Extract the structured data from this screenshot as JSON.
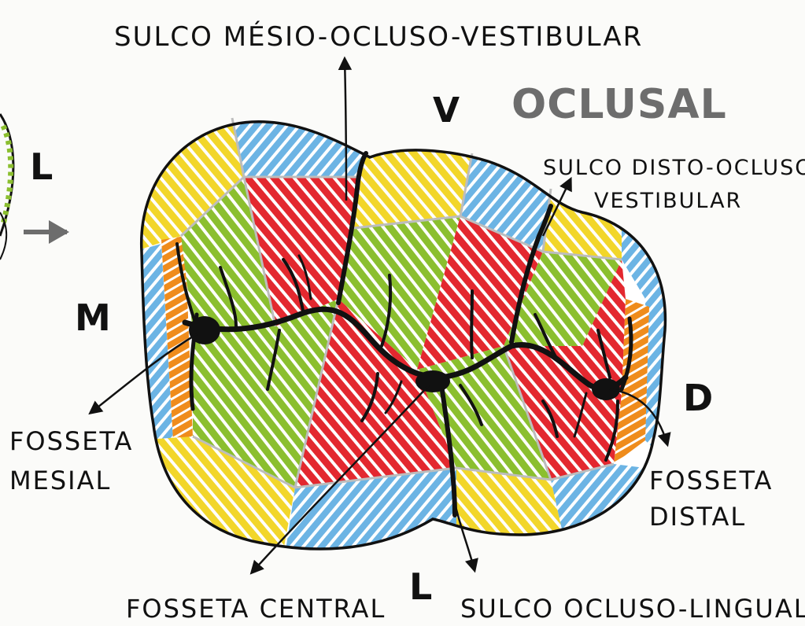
{
  "title": "OCLUSAL",
  "orientation": {
    "vestibular": "V",
    "lingual": "L",
    "mesial": "M",
    "distal": "D",
    "side_label": "L"
  },
  "labels": {
    "sulco_mesio_ocluso_vestibular": "SULCO MÉSIO-OCLUSO-VESTIBULAR",
    "sulco_disto_ocluso_vestibular_line1": "SULCO DISTO-OCLUSO",
    "sulco_disto_ocluso_vestibular_line2": "VESTIBULAR",
    "fosseta_mesial_line1": "FOSSETA",
    "fosseta_mesial_line2": "MESIAL",
    "fosseta_distal_line1": "FOSSETA",
    "fosseta_distal_line2": "DISTAL",
    "fosseta_central": "FOSSETA CENTRAL",
    "sulco_ocluso_lingual": "SULCO OCLUSO-LINGUAL"
  },
  "colors": {
    "yellow": "#f2d62a",
    "blue": "#6cb4e4",
    "green": "#8bbf2f",
    "red": "#e3282f",
    "orange": "#ef8c1c",
    "outline": "#111111",
    "title_gray": "#6d6d6d"
  }
}
